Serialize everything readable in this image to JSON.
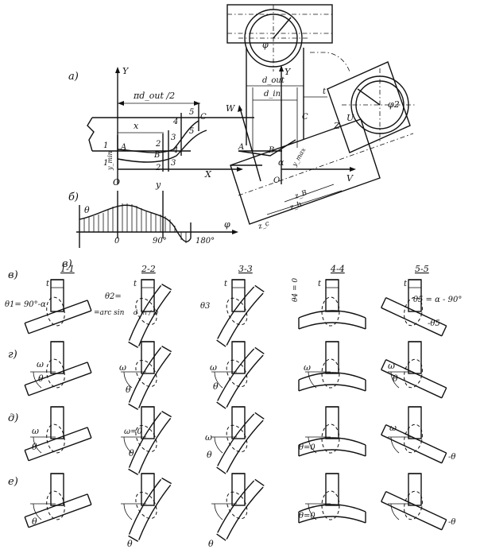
{
  "figure": {
    "part_labels": {
      "a": "а)",
      "b": "б)",
      "v": "в)",
      "g": "г)",
      "d": "д)",
      "e": "е)"
    },
    "axis_labels": {
      "y1": "Y",
      "x1": "X",
      "y2": "Y",
      "v": "V",
      "w": "W",
      "z": "Z",
      "u": "U",
      "theta": "θ",
      "phi": "φ"
    },
    "dimensions": {
      "half_perimeter": "πd_out /2",
      "x": "x",
      "y": "y",
      "d_out": "d_out",
      "d_in": "d_in",
      "t": "t",
      "y_min": "y_min",
      "y_max": "y_max",
      "z_b": "z_B",
      "z_b2": "z_b",
      "z_c": "z_c",
      "phi2": "φ2",
      "phi": "φ"
    },
    "points": {
      "A": "A",
      "B": "B",
      "C": "C",
      "O": "O",
      "alpha": "α"
    },
    "section_numbers": [
      "1",
      "2",
      "3",
      "4",
      "5"
    ],
    "theta_axis_ticks": [
      "0",
      "90°",
      "180°"
    ],
    "sections": [
      "1-1",
      "2-2",
      "3-3",
      "4-4",
      "5-5"
    ],
    "section_formulas": {
      "theta1": "θ1= 90°-α",
      "theta2a": "θ2=",
      "theta2b": "=arc sin",
      "theta2c": "d_in / D",
      "theta3": "θ3",
      "theta4": "θ4 = 0",
      "theta5": "θ5 = α - 90°",
      "theta5neg": "-θ5"
    },
    "row_labels": {
      "omega": "ω",
      "theta": "θ",
      "omega0": "ω=0",
      "theta0": "θ=0",
      "neg_theta": "-θ"
    }
  }
}
